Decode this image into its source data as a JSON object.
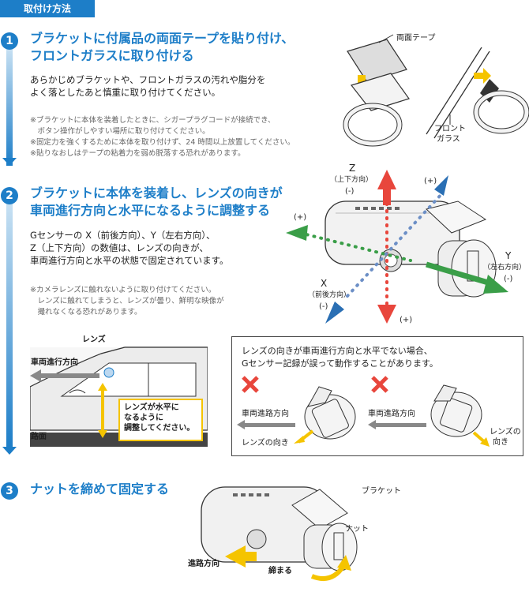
{
  "section_tag": "取付け方法",
  "steps": [
    {
      "num": "1",
      "title_1": "ブラケットに付属品の両面テープを貼り付け、",
      "title_2": "フロントガラスに取り付ける",
      "body_1": "あらかじめブラケットや、フロントガラスの汚れや脂分を",
      "body_2": "よく落としたあと慎重に取り付けてください。",
      "notes": [
        "※ブラケットに本体を装着したときに、シガープラグコードが接続でき、",
        "　ボタン操作がしやすい場所に取り付けてください。",
        "※固定力を強くするために本体を取り付けず、24 時間以上放置してください。",
        "※貼りなおしはテープの粘着力を弱め脱落する恐れがあります。"
      ]
    },
    {
      "num": "2",
      "title_1": "ブラケットに本体を装着し、レンズの向きが",
      "title_2": "車両進行方向と水平になるように調整する",
      "body_1": "Gセンサーの X（前後方向）、Y（左右方向）、",
      "body_2": "Z（上下方向）の数値は、レンズの向きが、",
      "body_3": "車両進行方向と水平の状態で固定されています。",
      "notes": [
        "※カメラレンズに触れないように取り付けてください。",
        "　レンズに触れてしまうと、レンズが曇り、鮮明な映像が",
        "　撮れなくなる恐れがあります。"
      ]
    },
    {
      "num": "3",
      "title_1": "ナットを締めて固定する"
    }
  ],
  "fig1": {
    "tape": "両面テープ",
    "glass_1": "フロント",
    "glass_2": "ガラス"
  },
  "axes": {
    "z": "Z",
    "z_dir": "（上下方向）",
    "minus": "(-)",
    "plus": "(+)",
    "x": "X",
    "x_dir": "（前後方向）",
    "y": "Y",
    "y_dir": "（左右方向）"
  },
  "car": {
    "lens": "レンズ",
    "direction": "車両進行方向",
    "road": "路面",
    "box_1": "レンズが水平に",
    "box_2": "なるように",
    "box_3": "調整してください。"
  },
  "warning": {
    "line_1": "レンズの向きが車両進行方向と水平でない場合、",
    "line_2": "Gセンサー記録が誤って動作することがあります。",
    "dir_left": "車両進路方向",
    "dir_right": "車両進路方向",
    "lens_left": "レンズの向き",
    "lens_right_1": "レンズの",
    "lens_right_2": "向き"
  },
  "fig3": {
    "bracket": "ブラケット",
    "nut": "ナット",
    "direction": "進路方向",
    "tighten": "締まる"
  },
  "colors": {
    "accent": "#1d7ec8",
    "yellow": "#f5c400",
    "red": "#e8463c",
    "green": "#3a9e48",
    "blue": "#2a6fb4"
  }
}
